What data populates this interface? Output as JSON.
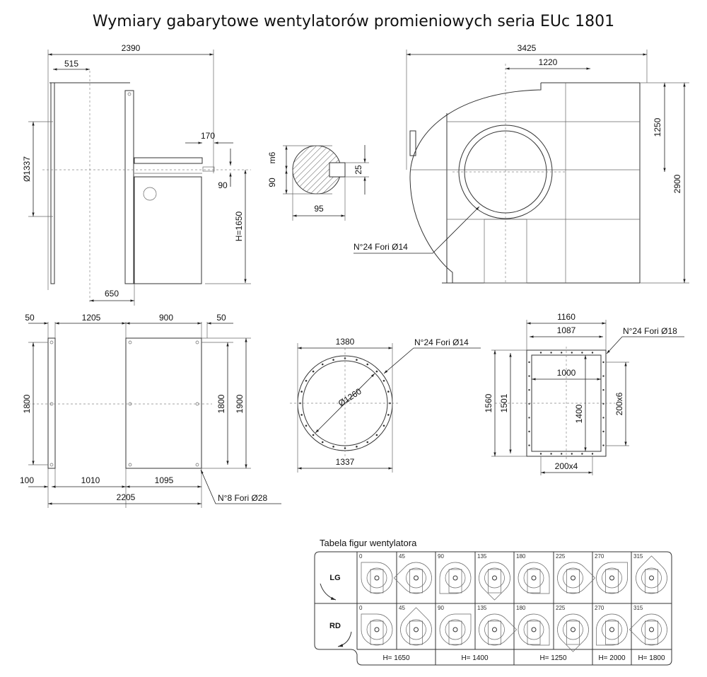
{
  "title": "Wymiary gabarytowe wentylatorów promieniowych seria EUc 1801",
  "side_view": {
    "d2390": "2390",
    "d515": "515",
    "d170": "170",
    "d90": "90",
    "dia1337": "Ø1337",
    "h1650": "H=1650",
    "d650": "650"
  },
  "shaft": {
    "m6": "m6",
    "d90": "90",
    "d25": "25",
    "d95": "95"
  },
  "front_view": {
    "d3425": "3425",
    "d1220": "1220",
    "d1250": "1250",
    "d2900": "2900",
    "holes": "N°24 Fori Ø14"
  },
  "base_view": {
    "d50a": "50",
    "d1205": "1205",
    "d900": "900",
    "d50b": "50",
    "d1800a": "1800",
    "d1800b": "1800",
    "d1900": "1900",
    "d100": "100",
    "d1010": "1010",
    "d1095": "1095",
    "d2205": "2205",
    "holes": "N°8 Fori Ø28"
  },
  "inlet_flange": {
    "d1380": "1380",
    "dia1260": "Ø1260",
    "d1337": "1337",
    "holes": "N°24 Fori Ø14"
  },
  "outlet_flange": {
    "d1160": "1160",
    "d1087": "1087",
    "holes": "N°24 Fori Ø18",
    "d1000": "1000",
    "d1560": "1560",
    "d1501": "1501",
    "d1400": "1400",
    "d200x6": "200x6",
    "d200x4": "200x4"
  },
  "table": {
    "title": "Tabela figur wentylatora",
    "rows": [
      "LG",
      "RD"
    ],
    "angles": [
      "0",
      "45",
      "90",
      "135",
      "180",
      "225",
      "270",
      "315"
    ],
    "heights": [
      "H= 1650",
      "H= 1400",
      "H= 1250",
      "H= 2000",
      "H= 1800"
    ]
  }
}
